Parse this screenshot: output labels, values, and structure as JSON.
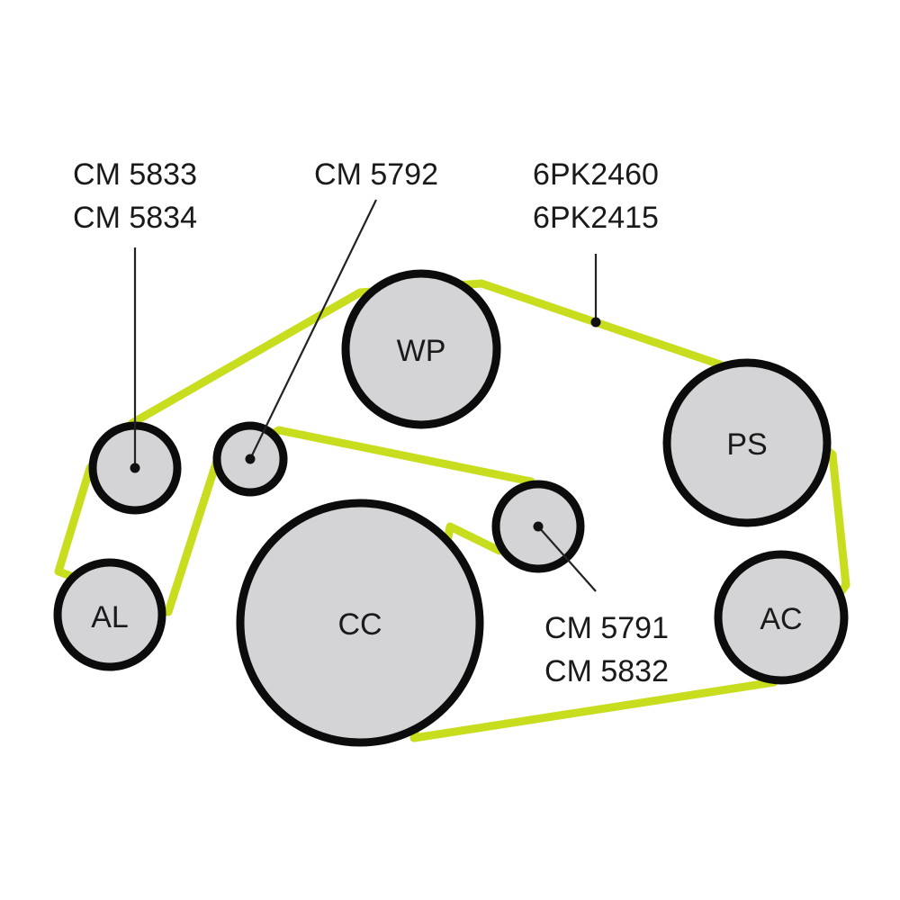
{
  "pulleys": {
    "wp": "WP",
    "ps": "PS",
    "al": "AL",
    "cc": "CC",
    "ac": "AC"
  },
  "callouts": {
    "alternator_part_1": "CM 5833",
    "alternator_part_2": "CM 5834",
    "idler_part": "CM 5792",
    "belt_part_1": "6PK2460",
    "belt_part_2": "6PK2415",
    "tensioner_part_1": "CM 5791",
    "tensioner_part_2": "CM 5832"
  },
  "colors": {
    "belt": "#c8dd1e",
    "pulley_fill": "#d4d4d6",
    "pulley_stroke": "#0c0c0c"
  }
}
